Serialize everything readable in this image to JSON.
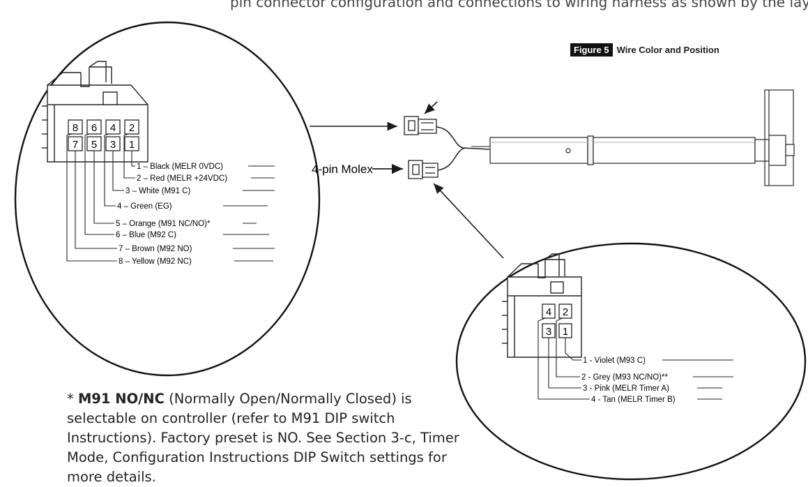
{
  "header": {
    "top_text": "pin connector configuration and connections to wiring harness as shown by the layout"
  },
  "figure": {
    "number": "Figure 5",
    "title": "Wire Color and Position"
  },
  "connector_8pin": {
    "pin_numbers_top": [
      "8",
      "6",
      "4",
      "2"
    ],
    "pin_numbers_bottom": [
      "7",
      "5",
      "3",
      "1"
    ],
    "wires": [
      "1 – Black (MELR 0VDC)",
      "2 – Red (MELR +24VDC)",
      "3 – White (M91 C)",
      "4 – Green (EG)",
      "5 – Orange (M91 NC/NO)*",
      "6 – Blue (M92 C)",
      "7 – Brown (M92 NO)",
      "8 – Yellow (M92 NC)"
    ]
  },
  "connector_4pin": {
    "pin_numbers_top": [
      "4",
      "2"
    ],
    "pin_numbers_bottom": [
      "3",
      "1"
    ],
    "wires": [
      "1 - Violet (M93 C)",
      "2 - Grey (M93 NC/NO)**",
      "3 - Pink (MELR Timer A)",
      "4 - Tan (MELR Timer B)"
    ]
  },
  "molex_label": "4-pin Molex",
  "footnote": {
    "asterisk": "* ",
    "bold": "M91 NO/NC",
    "text": " (Normally Open/Normally Closed) is selectable on controller (refer to M91 DIP switch Instructions). Factory preset is NO. See Section 3-c, Timer Mode, Configuration Instructions DIP Switch settings for more details."
  },
  "colors": {
    "line": "#1a1a1a",
    "paper": "#ffffff",
    "shade": "#f3f3f3"
  }
}
